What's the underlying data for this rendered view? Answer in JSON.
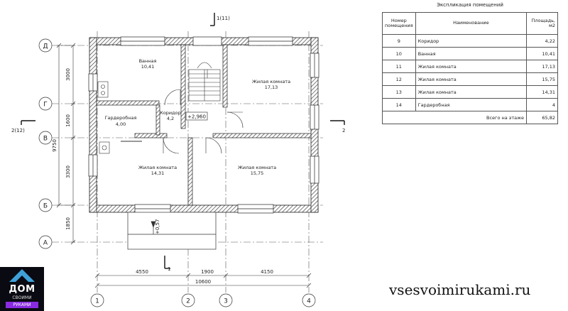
{
  "schedule": {
    "title": "Экспликация помещений",
    "head_num": "Номер помещения",
    "head_name": "Наименование",
    "head_area": "Площадь, м2",
    "rows": [
      {
        "num": "9",
        "name": "Коридор",
        "area": "4,22"
      },
      {
        "num": "10",
        "name": "Ванная",
        "area": "10,41"
      },
      {
        "num": "11",
        "name": "Жилая комната",
        "area": "17,13"
      },
      {
        "num": "12",
        "name": "Жилая комната",
        "area": "15,75"
      },
      {
        "num": "13",
        "name": "Жилая комната",
        "area": "14,31"
      },
      {
        "num": "14",
        "name": "Гардеробная",
        "area": "4"
      }
    ],
    "total_label": "Всего на этаже",
    "total_value": "65,82"
  },
  "rooms": {
    "bath": {
      "name": "Ванная",
      "area": "10,41"
    },
    "living_ne": {
      "name": "Жилая комната",
      "area": "17,13"
    },
    "wardrobe": {
      "name": "Гардеробная",
      "area": "4,00"
    },
    "corridor": {
      "name": "Коридор",
      "area": "4,2"
    },
    "living_sw": {
      "name": "Жилая комната",
      "area": "14,31"
    },
    "living_se": {
      "name": "Жилая комната",
      "area": "15,75"
    }
  },
  "level_mark": "+2,960",
  "porch_mark": "+0,57",
  "axes": {
    "rows": [
      "Д",
      "Г",
      "В",
      "Б",
      "А"
    ],
    "cols": [
      "1",
      "2",
      "3",
      "4"
    ]
  },
  "dims": {
    "left": [
      "3000",
      "1600",
      "3300",
      "1850"
    ],
    "left_total": "9750",
    "bottom": [
      "4550",
      "1900",
      "4150"
    ],
    "bottom_total": "10600"
  },
  "sections": {
    "top": "1(11)",
    "bottom": "1",
    "left": "2(12)",
    "right": "2"
  },
  "logo": {
    "line1": "ДОМ",
    "line2": "СВОИМИ",
    "line3": "РУКАМИ"
  },
  "site": "vsesvoimirukami.ru"
}
